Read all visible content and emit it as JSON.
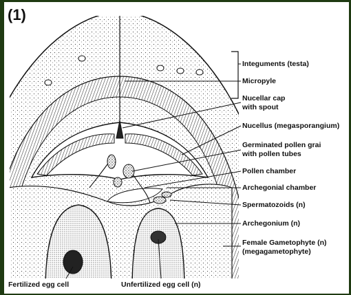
{
  "panel_label": "(1)",
  "colors": {
    "background": "#1f3a12",
    "figure": "#ffffff",
    "ink": "#111111"
  },
  "labels": {
    "integuments": "Integuments (testa)",
    "micropyle": "Micropyle",
    "nucellar_cap_1": "Nucellar cap",
    "nucellar_cap_2": "with spout",
    "nucellus": "Nucellus (megasporangium)",
    "germinated_1": "Germinated pollen grai",
    "germinated_2": "with pollen tubes",
    "pollen_chamber": "Pollen chamber",
    "archegonial_chamber": "Archegonial chamber",
    "spermatozoids": "Spermatozoids (n)",
    "archegonium": "Archegonium (n)",
    "female_gametophyte_1": "Female Gametophyte (n)",
    "female_gametophyte_2": "(megagametophyte)",
    "fertilized": "Fertilized egg cell",
    "unfertilized": "Unfertilized egg cell (n)"
  }
}
